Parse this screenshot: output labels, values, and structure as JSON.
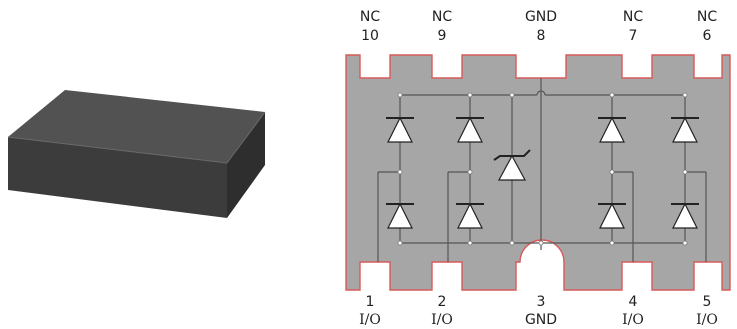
{
  "top_pins": [
    {
      "name": "NC",
      "number": "10"
    },
    {
      "name": "NC",
      "number": "9"
    },
    {
      "name": "GND",
      "number": "8"
    },
    {
      "name": "NC",
      "number": "7"
    },
    {
      "name": "NC",
      "number": "6"
    }
  ],
  "bottom_pins": [
    {
      "number": "1",
      "function": "I/O"
    },
    {
      "number": "2",
      "function": "I/O"
    },
    {
      "number": "3",
      "function": "GND"
    },
    {
      "number": "4",
      "function": "I/O"
    },
    {
      "number": "5",
      "function": "I/O"
    }
  ],
  "colors": {
    "package_body": "#a6a6a6",
    "package_outline": "#d85a5a",
    "trace": "#555555",
    "diode_fill": "#ffffff",
    "chip_top": "#4a4a4a",
    "chip_front": "#3a3a3a",
    "chip_side": "#2f2f2f"
  },
  "components": [
    "package-3d-render",
    "tvs-diode-array",
    "zener-diode"
  ]
}
